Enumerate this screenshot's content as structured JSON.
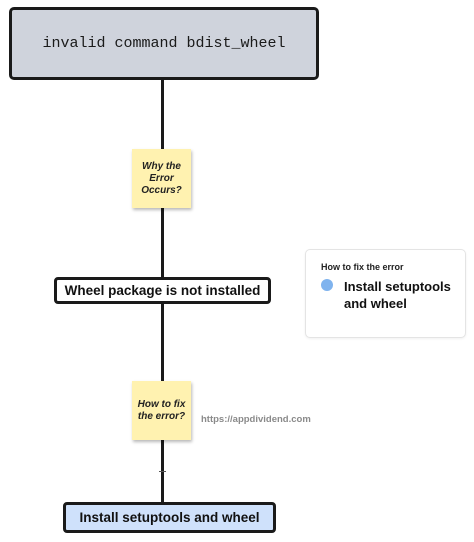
{
  "diagram": {
    "title_box": "invalid command bdist_wheel",
    "sticky_why": "Why the Error Occurs?",
    "box_cause": "Wheel package is not installed",
    "sticky_how": "How to fix the error?",
    "box_fix": "Install setuptools and wheel",
    "watermark": "https://appdividend.com"
  },
  "legend": {
    "title": "How to fix the error",
    "item_label": "Install setuptools and wheel",
    "item_color": "#7fb3ee"
  },
  "colors": {
    "title_box_fill": "#cfd3dc",
    "sticky_fill": "#fff2b0",
    "fix_box_fill": "#cfe1fb",
    "line": "#1a1a1a"
  }
}
